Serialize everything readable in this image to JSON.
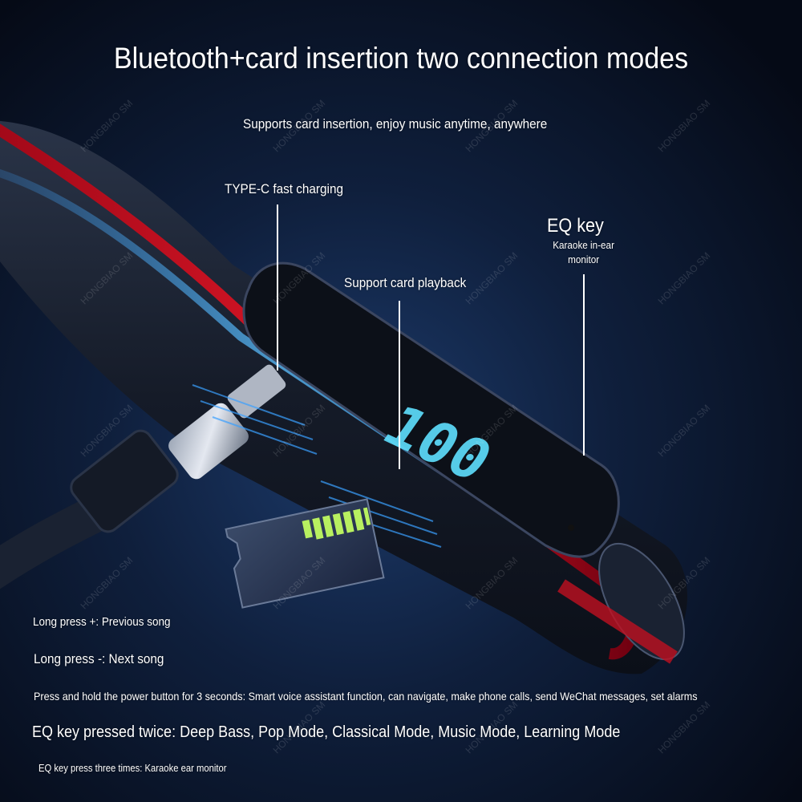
{
  "title": "Bluetooth+card insertion two connection modes",
  "subtitle": "Supports card insertion, enjoy music anytime, anywhere",
  "callouts": {
    "typec": "TYPE-C fast charging",
    "card_playback": "Support card playback",
    "eq_key": "EQ key",
    "eq_key_sub": "Karaoke in-ear monitor"
  },
  "display_digits": "100",
  "instructions": [
    "Long press +: Previous song",
    "Long press -: Next song",
    "Press and hold the power button for 3 seconds: Smart voice assistant function, can navigate, make phone calls, send WeChat messages, set alarms",
    "EQ key pressed twice: Deep Bass, Pop Mode, Classical Mode, Music Mode, Learning Mode",
    "EQ key press three times: Karaoke ear monitor"
  ],
  "watermark": "HONGBIAO SM",
  "colors": {
    "background": "#0a1020",
    "accent_blue": "#3aa0ff",
    "accent_red": "#d01020",
    "display_cyan": "#5fe0ff"
  },
  "icons": [
    "usb-c-cable-icon",
    "micro-sd-card-icon",
    "led-display-icon"
  ]
}
